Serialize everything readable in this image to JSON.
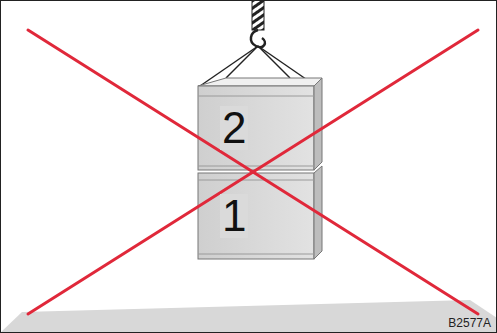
{
  "diagram": {
    "nodes": [
      {
        "text": [
          "2"
        ]
      },
      {
        "text": [
          "1"
        ]
      }
    ],
    "labels": [
      "B2577A"
    ]
  }
}
